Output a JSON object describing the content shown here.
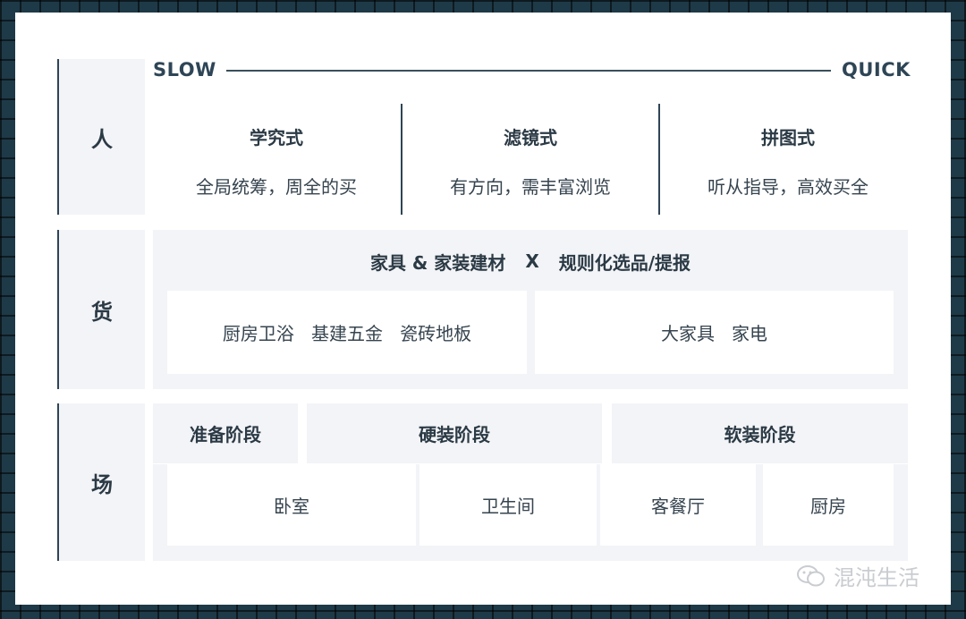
{
  "speed": {
    "slow": "SLOW",
    "quick": "QUICK"
  },
  "rows": {
    "people": "人",
    "goods": "货",
    "scene": "场"
  },
  "people_modes": [
    {
      "title": "学究式",
      "desc": "全局统筹，周全的买"
    },
    {
      "title": "滤镜式",
      "desc": "有方向，需丰富浏览"
    },
    {
      "title": "拼图式",
      "desc": "听从指导，高效买全"
    }
  ],
  "goods": {
    "banner_left": "家具 & 家装建材",
    "banner_x": "X",
    "banner_right": "规则化选品/提报",
    "box_left": "厨房卫浴   基建五金   瓷砖地板",
    "box_right": "大家具   家电"
  },
  "scene": {
    "stages": [
      "准备阶段",
      "硬装阶段",
      "软装阶段"
    ],
    "rooms": [
      "卧室",
      "卫生间",
      "客餐厅",
      "厨房"
    ]
  },
  "watermark": "混沌生活",
  "colors": {
    "frame": "#1e3a48",
    "accent": "#2e4556",
    "panel": "#f3f4f7"
  }
}
